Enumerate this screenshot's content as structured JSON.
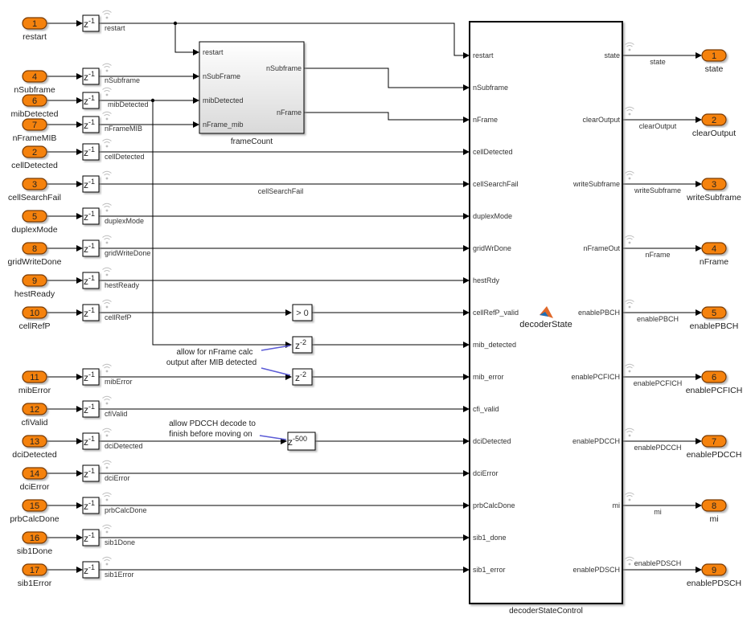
{
  "diagram": {
    "inports": [
      {
        "num": "1",
        "name": "restart",
        "signal": "restart"
      },
      {
        "num": "4",
        "name": "nSubframe",
        "signal": "nSubframe"
      },
      {
        "num": "6",
        "name": "mibDetected",
        "signal": "mibDetected"
      },
      {
        "num": "7",
        "name": "nFrameMIB",
        "signal": "nFrameMIB"
      },
      {
        "num": "2",
        "name": "cellDetected",
        "signal": "cellDetected"
      },
      {
        "num": "3",
        "name": "cellSearchFail",
        "signal": "cellSearchFail"
      },
      {
        "num": "5",
        "name": "duplexMode",
        "signal": "duplexMode"
      },
      {
        "num": "8",
        "name": "gridWriteDone",
        "signal": "gridWriteDone"
      },
      {
        "num": "9",
        "name": "hestReady",
        "signal": "hestReady"
      },
      {
        "num": "10",
        "name": "cellRefP",
        "signal": "cellRefP"
      },
      {
        "num": "11",
        "name": "mibError",
        "signal": "mibError"
      },
      {
        "num": "12",
        "name": "cfiValid",
        "signal": "cfiValid"
      },
      {
        "num": "13",
        "name": "dciDetected",
        "signal": "dciDetected"
      },
      {
        "num": "14",
        "name": "dciError",
        "signal": "dciError"
      },
      {
        "num": "15",
        "name": "prbCalcDone",
        "signal": "prbCalcDone"
      },
      {
        "num": "16",
        "name": "sib1Done",
        "signal": "sib1Done"
      },
      {
        "num": "17",
        "name": "sib1Error",
        "signal": "sib1Error"
      }
    ],
    "delay_label": {
      "base": "z",
      "exp": "-1"
    },
    "frameCount": {
      "title": "frameCount",
      "inputs": [
        "restart",
        "nSubFrame",
        "mibDetected",
        "nFrame_mib"
      ],
      "outputs": [
        "nSubframe",
        "nFrame"
      ]
    },
    "middle_blocks": {
      "compare": "> 0",
      "delay2a": {
        "base": "z",
        "exp": "-2"
      },
      "delay2b": {
        "base": "z",
        "exp": "-2"
      },
      "delay500": {
        "base": "z",
        "exp": "-500"
      }
    },
    "annotations": {
      "nframe_note": [
        "allow for nFrame calc",
        "output after MIB detected"
      ],
      "pdcch_note": [
        "allow PDCCH decode to",
        "finish before moving on"
      ],
      "cellSearchFail_wire_label": "cellSearchFail"
    },
    "decoderStateControl": {
      "title": "decoderStateControl",
      "center_label": "decoderState",
      "inputs": [
        "restart",
        "nSubframe",
        "nFrame",
        "cellDetected",
        "cellSearchFail",
        "duplexMode",
        "gridWrDone",
        "hestRdy",
        "cellRefP_valid",
        "mib_detected",
        "mib_error",
        "cfi_valid",
        "dciDetected",
        "dciError",
        "prbCalcDone",
        "sib1_done",
        "sib1_error"
      ],
      "outputs": [
        {
          "port": "state",
          "row": 0
        },
        {
          "port": "clearOutput",
          "row": 2
        },
        {
          "port": "writeSubframe",
          "row": 4
        },
        {
          "port": "nFrameOut",
          "row": 6
        },
        {
          "port": "enablePBCH",
          "row": 8
        },
        {
          "port": "enablePCFICH",
          "row": 10
        },
        {
          "port": "enablePDCCH",
          "row": 12
        },
        {
          "port": "mi",
          "row": 14
        },
        {
          "port": "enablePDSCH",
          "row": 16
        }
      ]
    },
    "outports": [
      {
        "num": "1",
        "name": "state",
        "signal": "state"
      },
      {
        "num": "2",
        "name": "clearOutput",
        "signal": "clearOutput"
      },
      {
        "num": "3",
        "name": "writeSubframe",
        "signal": "writeSubframe"
      },
      {
        "num": "4",
        "name": "nFrame",
        "signal": "nFrame"
      },
      {
        "num": "5",
        "name": "enablePBCH",
        "signal": "enablePBCH"
      },
      {
        "num": "6",
        "name": "enablePCFICH",
        "signal": "enablePCFICH"
      },
      {
        "num": "7",
        "name": "enablePDCCH",
        "signal": "enablePDCCH"
      },
      {
        "num": "8",
        "name": "mi",
        "signal": "mi"
      },
      {
        "num": "9",
        "name": "enablePDSCH",
        "signal": "enablePDSCH"
      }
    ],
    "colors": {
      "port_fill": "#f5820f",
      "port_stroke": "#7a3a00",
      "annotation_line": "#5b5bd6",
      "wifi_icon": "#bdbdbd"
    }
  }
}
